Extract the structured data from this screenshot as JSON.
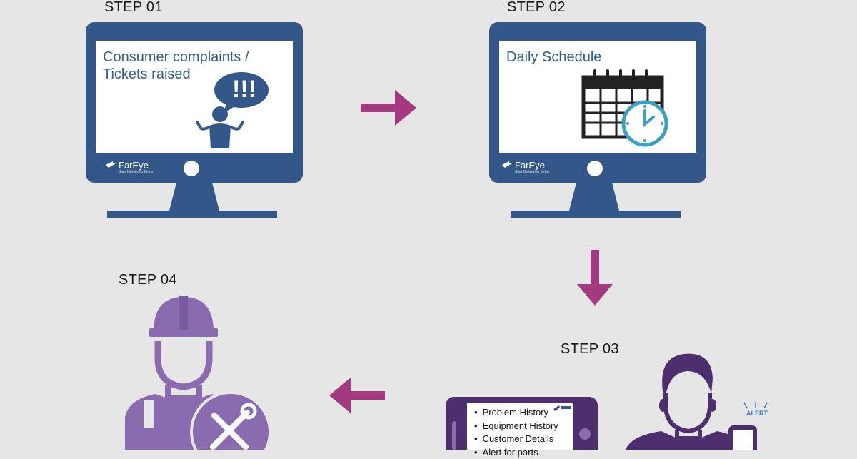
{
  "steps": {
    "step1": {
      "label": "STEP 01",
      "line1": "Consumer complaints /",
      "line2": "Tickets raised",
      "bubble": "!!!"
    },
    "step2": {
      "label": "STEP 02",
      "text": "Daily Schedule"
    },
    "step3": {
      "label": "STEP 03",
      "list": [
        "Problem History",
        "Equipment History",
        "Customer Details",
        "Alert for parts"
      ],
      "alert": "ALERT"
    },
    "step4": {
      "label": "STEP 04"
    }
  },
  "brand": {
    "name": "FarEye",
    "tagline": "Start Delivering Better"
  },
  "colors": {
    "background": "#e6e6e6",
    "monitor": "#34578a",
    "arrow": "#a3397f",
    "purple_figure": "#8a6bb0",
    "dark_purple": "#4e2f6e",
    "clock": "#3aa0c4"
  },
  "icons": [
    "computer-monitor-icon",
    "person-shrug-icon",
    "speech-bubble-icon",
    "calendar-icon",
    "clock-icon",
    "tablet-icon",
    "worker-helmet-icon",
    "wrench-screwdriver-icon",
    "technician-icon",
    "smartphone-icon"
  ]
}
